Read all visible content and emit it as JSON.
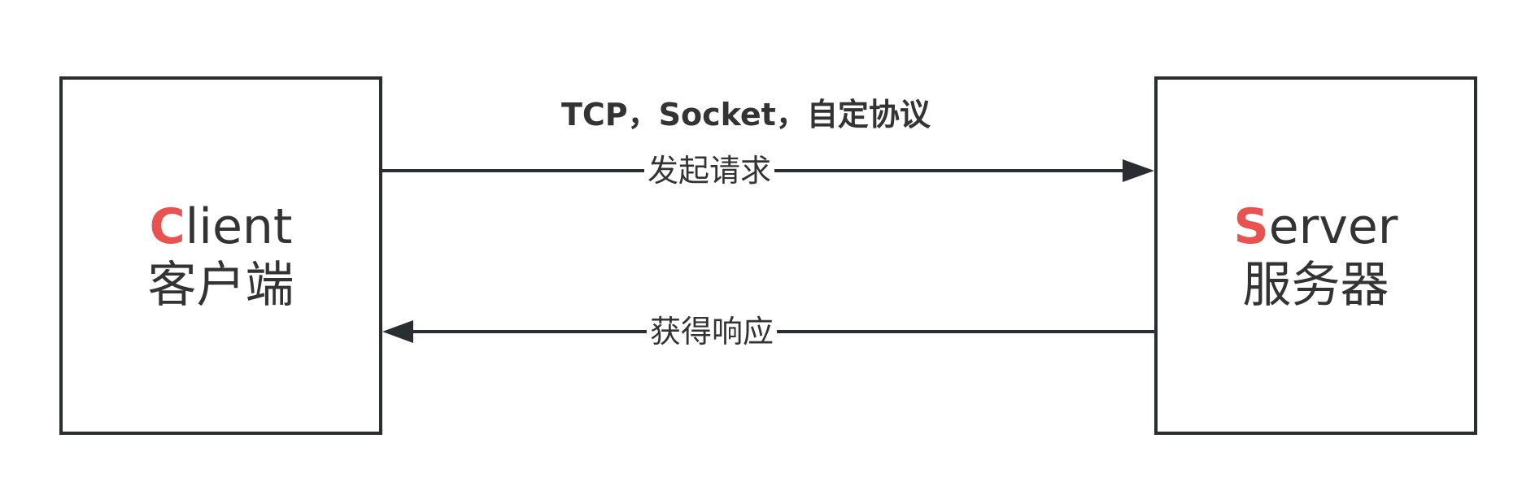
{
  "client": {
    "accent_letter": "C",
    "name_rest": "lient",
    "subtitle": "客户端"
  },
  "server": {
    "accent_letter": "S",
    "name_rest": "erver",
    "subtitle": "服务器"
  },
  "protocol_label": "TCP，Socket，自定协议",
  "request_label": "发起请求",
  "response_label": "获得响应",
  "colors": {
    "accent": "#e8524f",
    "stroke": "#2a2d31",
    "text": "#333333"
  }
}
